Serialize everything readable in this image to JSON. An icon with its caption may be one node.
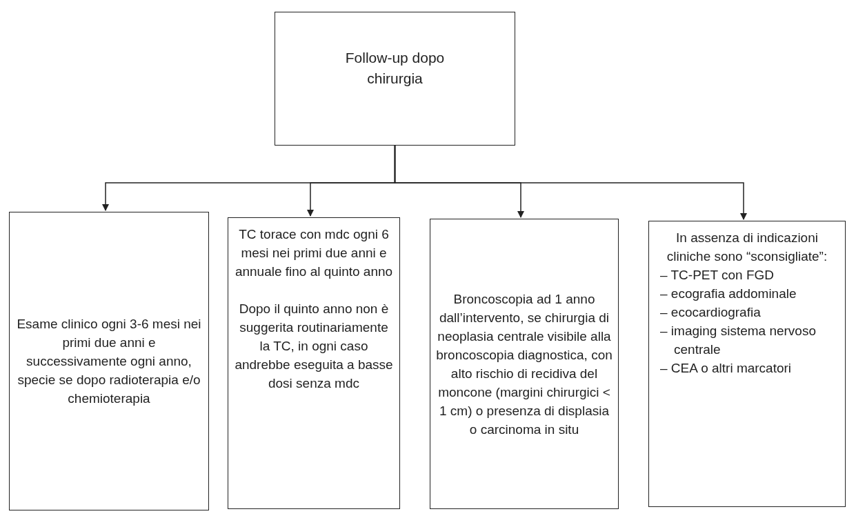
{
  "diagram": {
    "nodes": [
      {
        "text": [
          "Follow-up dopo chirurgia"
        ]
      },
      {
        "text": [
          "Esame clinico ogni 3-6 mesi nei primi due anni e successivamente ogni anno, specie se dopo radioterapia e/o chemioterapia"
        ]
      },
      {
        "text": [
          "TC torace con mdc ogni 6 mesi nei primi due anni e annuale fino al quinto anno",
          "Dopo il quinto anno non è suggerita routinariamente la TC, in ogni caso andrebbe eseguita a basse dosi senza mdc"
        ]
      },
      {
        "text": [
          "Broncoscopia ad 1 anno dall’intervento, se chirurgia di neoplasia centrale visibile alla broncoscopia diagnostica, con alto rischio di recidiva del moncone (margini chirurgici < 1 cm) o presenza di displasia o carcinoma in situ"
        ]
      },
      {
        "text": [
          "In assenza di indicazioni cliniche sono “sconsigliate”:",
          "– TC-PET con FGD",
          "– ecografia addominale",
          "– ecocardiografia",
          "– imaging sistema nervoso centrale",
          "– CEA o altri marcatori"
        ]
      }
    ],
    "edges": [
      {
        "from": 0,
        "to": 1,
        "arrow": "to"
      },
      {
        "from": 0,
        "to": 2,
        "arrow": "to"
      },
      {
        "from": 0,
        "to": 3,
        "arrow": "to"
      },
      {
        "from": 0,
        "to": 4,
        "arrow": "to"
      }
    ]
  }
}
